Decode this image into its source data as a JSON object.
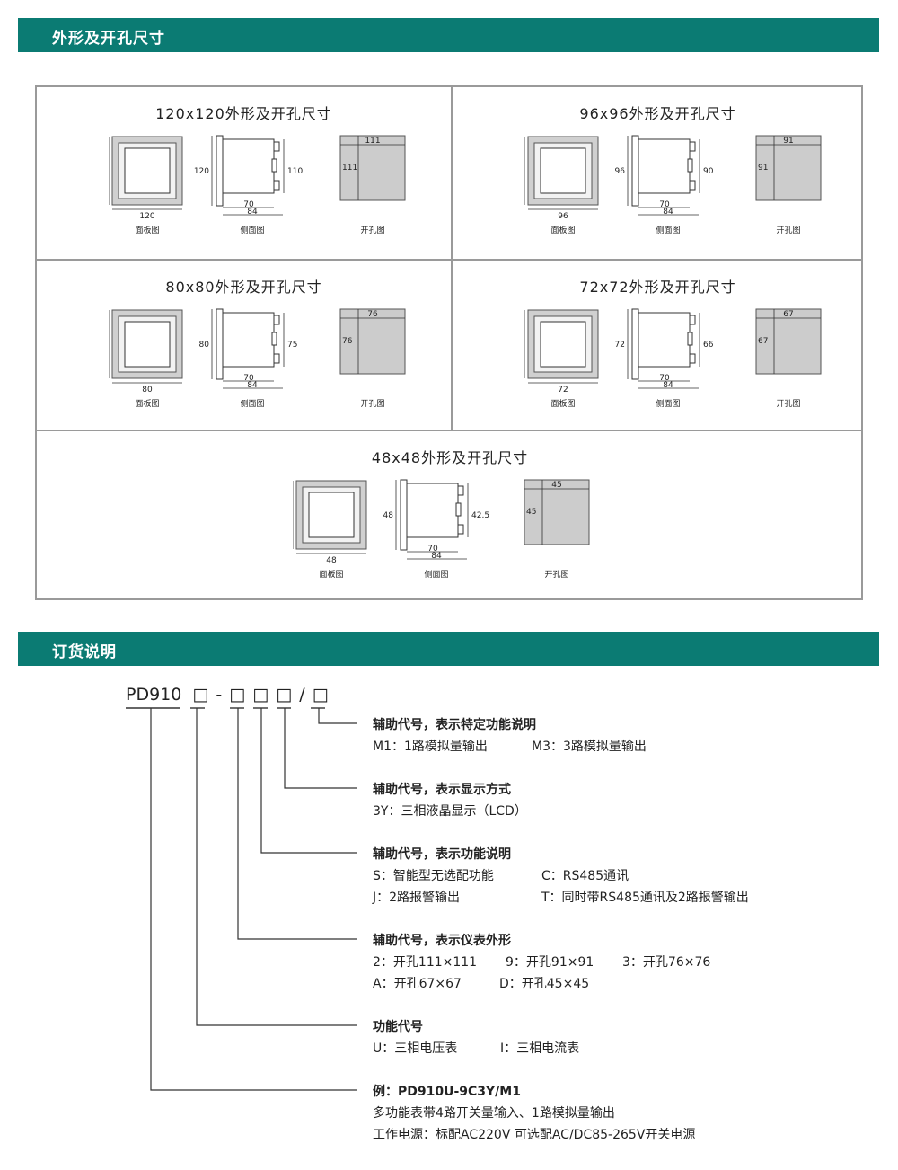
{
  "sections": {
    "dims_title": "外形及开孔尺寸",
    "order_title": "订货说明"
  },
  "captions": {
    "panel": "面板图",
    "side": "侧面图",
    "cutout": "开孔图"
  },
  "sizes": [
    {
      "title": "120x120外形及开孔尺寸",
      "front": "120",
      "side_h": "120",
      "body": "110",
      "depth1": "70",
      "depth2": "84",
      "cut": "111"
    },
    {
      "title": "96x96外形及开孔尺寸",
      "front": "96",
      "side_h": "96",
      "body": "90",
      "depth1": "70",
      "depth2": "84",
      "cut": "91"
    },
    {
      "title": "80x80外形及开孔尺寸",
      "front": "80",
      "side_h": "80",
      "body": "75",
      "depth1": "70",
      "depth2": "84",
      "cut": "76"
    },
    {
      "title": "72x72外形及开孔尺寸",
      "front": "72",
      "side_h": "72",
      "body": "66",
      "depth1": "70",
      "depth2": "84",
      "cut": "67"
    },
    {
      "title": "48x48外形及开孔尺寸",
      "front": "48",
      "side_h": "48",
      "body": "42.5",
      "depth1": "70",
      "depth2": "84",
      "cut": "45"
    }
  ],
  "order": {
    "model_prefix": "PD910",
    "model_tail": "□ - □ □ □ / □",
    "groups": [
      {
        "heading": "辅助代号，表示特定功能说明",
        "rows": [
          [
            "M1：1路模拟量输出",
            "M3：3路模拟量输出"
          ]
        ]
      },
      {
        "heading": "辅助代号，表示显示方式",
        "rows": [
          [
            "3Y：三相液晶显示（LCD）"
          ]
        ]
      },
      {
        "heading": "辅助代号，表示功能说明",
        "rows": [
          [
            "S：智能型无选配功能",
            "C：RS485通讯"
          ],
          [
            "J：2路报警输出",
            "T：同时带RS485通讯及2路报警输出"
          ]
        ]
      },
      {
        "heading": "辅助代号，表示仪表外形",
        "rows": [
          [
            "2：开孔111×111",
            "9：开孔91×91",
            "3：开孔76×76"
          ],
          [
            "A：开孔67×67",
            "D：开孔45×45"
          ]
        ]
      },
      {
        "heading": "功能代号",
        "rows": [
          [
            "U：三相电压表",
            "I：三相电流表"
          ]
        ]
      },
      {
        "heading": "例：PD910U-9C3Y/M1",
        "rows": [
          [
            "多功能表带4路开关量输入、1路模拟量输出"
          ],
          [
            "工作电源：标配AC220V  可选配AC/DC85-265V开关电源"
          ]
        ]
      }
    ]
  }
}
